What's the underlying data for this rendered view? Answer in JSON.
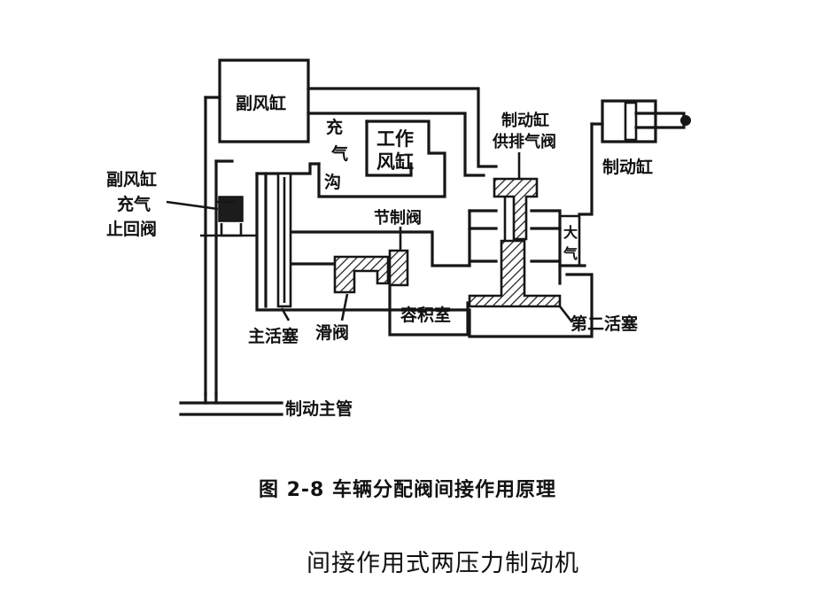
{
  "diagram": {
    "labels": {
      "aux_cylinder": "副风缸",
      "aux_check_1": "副风缸",
      "aux_check_2": "充气",
      "aux_check_3": "止回阀",
      "charge_groove_1": "充",
      "charge_groove_2": "气",
      "charge_groove_3": "沟",
      "work_chamber_1": "工作",
      "work_chamber_2": "风缸",
      "throttle_valve": "节制阀",
      "exhaust_valve_1": "制动缸",
      "exhaust_valve_2": "供排气阀",
      "brake_cylinder": "制动缸",
      "atmosphere_1": "大",
      "atmosphere_2": "气",
      "main_piston": "主活塞",
      "slide_valve": "滑阀",
      "volume_chamber": "容积室",
      "second_piston": "第二活塞",
      "brake_pipe": "制动主管"
    },
    "caption": "图 2-8   车辆分配阀间接作用原理",
    "subtitle": "间接作用式两压力制动机"
  }
}
